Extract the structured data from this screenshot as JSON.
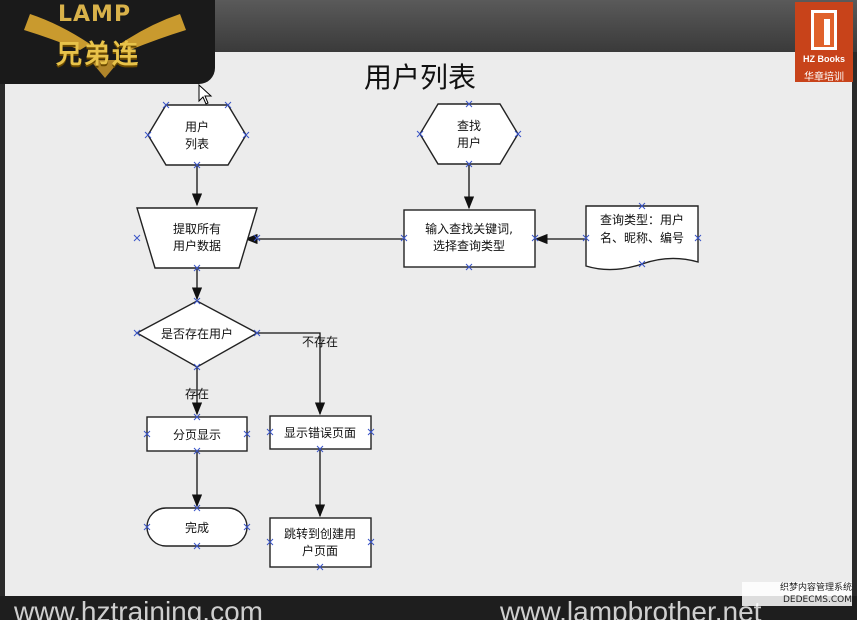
{
  "branding": {
    "logo_top": "LAMP",
    "logo_main": "兄弟连",
    "publisher": "HZ Books",
    "publisher_cn": "华章培训"
  },
  "title": "用户列表",
  "footer": {
    "url_left": "www.hztraining.com",
    "url_right": "www.lampbrother.net",
    "watermark_line1": "织梦内容管理系统",
    "watermark_line2": "DEDECMS.COM"
  },
  "nodes": {
    "user_list": [
      "用户",
      "列表"
    ],
    "find_user": [
      "查找",
      "用户"
    ],
    "fetch_all": [
      "提取所有",
      "用户数据"
    ],
    "input_keyword": [
      "输入查找关键词,",
      "选择查询类型"
    ],
    "query_type": [
      "查询类型：用户",
      "名、昵称、编号"
    ],
    "exists_check": "是否存在用户",
    "paginate": "分页显示",
    "show_error": "显示错误页面",
    "done": "完成",
    "redirect_create": [
      "跳转到创建用",
      "户页面"
    ]
  },
  "edge_labels": {
    "not_exists": "不存在",
    "exists": "存在"
  }
}
